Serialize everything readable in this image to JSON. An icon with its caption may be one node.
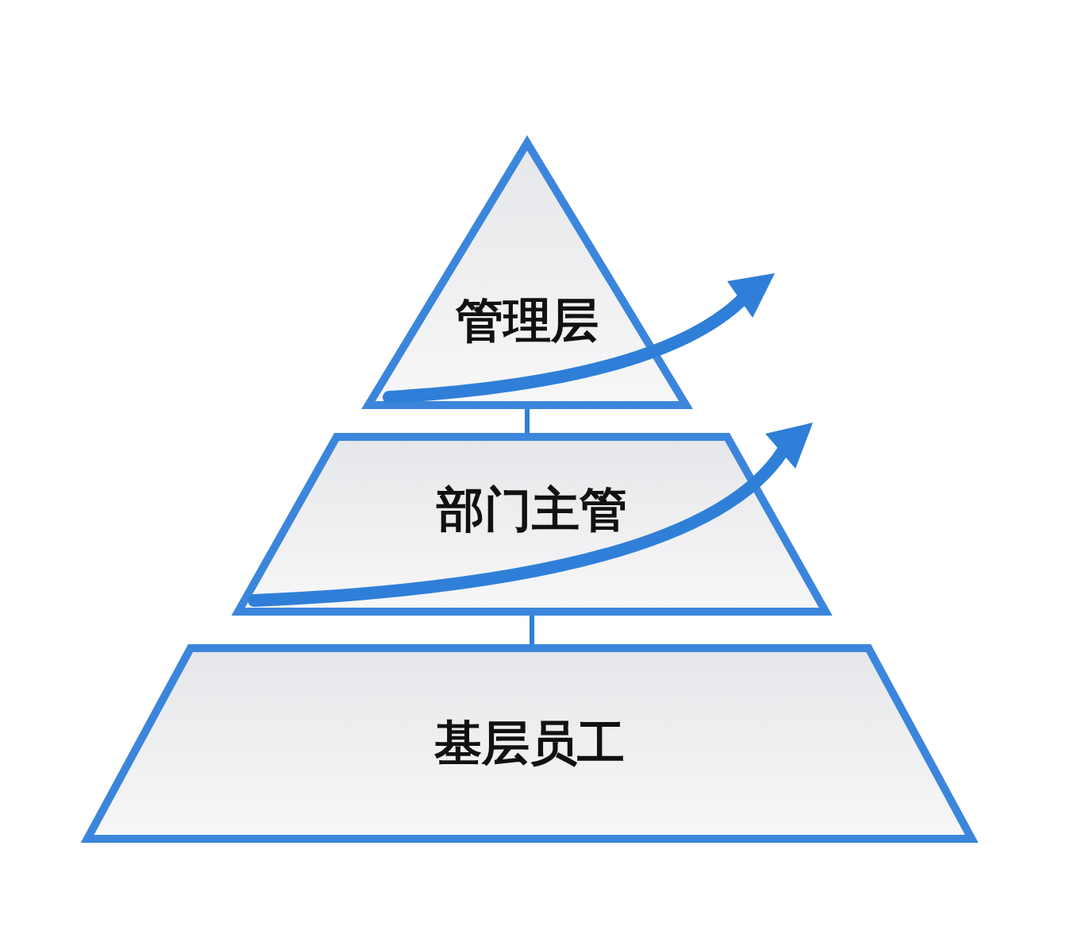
{
  "diagram": {
    "nodes": [
      {
        "text": [
          "管理层"
        ]
      },
      {
        "text": [
          "部门主管"
        ]
      },
      {
        "text": [
          "基层员工"
        ]
      }
    ],
    "edges": [
      {
        "from": 0,
        "to": 1,
        "arrow": "none"
      },
      {
        "from": 1,
        "to": 2,
        "arrow": "none"
      }
    ]
  }
}
